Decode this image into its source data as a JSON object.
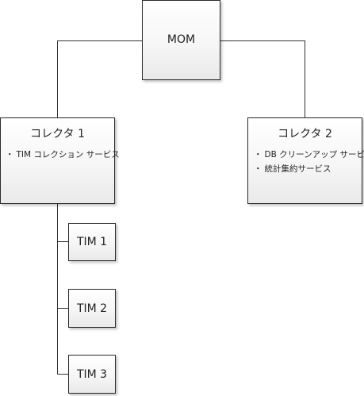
{
  "diagram": {
    "root": {
      "label": "MOM"
    },
    "collector1": {
      "label": "コレクタ 1",
      "items": [
        "TIM コレクション サービス"
      ]
    },
    "collector2": {
      "label": "コレクタ 2",
      "items": [
        "DB クリーンアップ サービス",
        "統計集約サービス"
      ]
    },
    "tims": [
      {
        "label": "TIM 1"
      },
      {
        "label": "TIM 2"
      },
      {
        "label": "TIM 3"
      }
    ]
  }
}
